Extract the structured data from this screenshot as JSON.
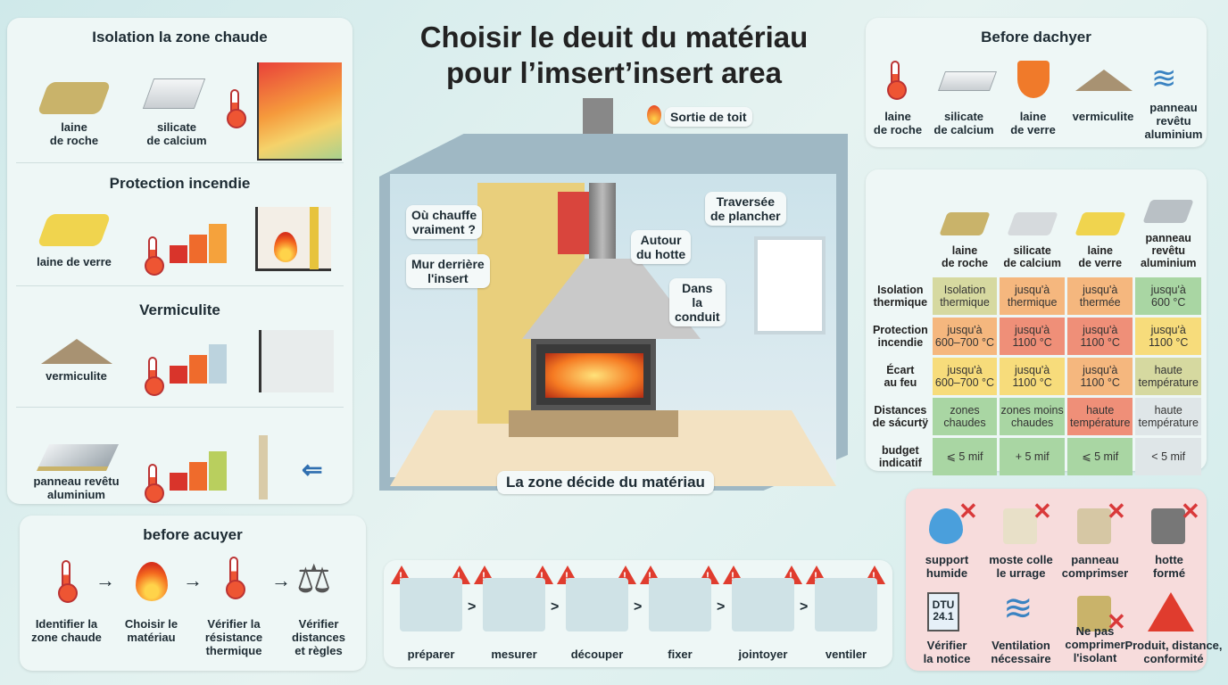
{
  "title": {
    "line1": "Choisir le deuit du matériau",
    "line2": "pour l’imsert’insert area"
  },
  "left": {
    "s1": {
      "heading": "Isolation la zone chaude",
      "items": [
        "laine\nde roche",
        "silicate\nde calcium"
      ]
    },
    "s2": {
      "heading": "Protection incendie",
      "item": "laine de verre"
    },
    "s3": {
      "heading": "Vermiculite",
      "item": "vermiculite"
    },
    "s4": {
      "item": "panneau revêtu\naluminium"
    }
  },
  "steps_left": {
    "heading": "before acuyer",
    "items": [
      "Identifier la\nzone chaude",
      "Choisir le\nmatériau",
      "Vérifier la\nrésistance\nthermique",
      "Vérifier\ndistances\net règles"
    ],
    "arrow": "→"
  },
  "scene": {
    "roof": "Sortie de toit",
    "floor": "Traversée\nde plancher",
    "where": "Où chauffe\nvraiment ?",
    "wall": "Mur derrière\nl'insert",
    "hood": "Autour\ndu hotte",
    "duct": "Dans\nla\nconduit",
    "zone": "La zone décide du matériau"
  },
  "steps_bottom": {
    "items": [
      "préparer",
      "mesurer",
      "découper",
      "fixer",
      "jointoyer",
      "ventiler"
    ],
    "sep": ">"
  },
  "right_top": {
    "heading": "Before dachyer",
    "items": [
      "laine\nde roche",
      "silicate\nde calcium",
      "laine\nde verre",
      "vermiculite",
      "panneau\nrevêtu\naluminium"
    ]
  },
  "table": {
    "columns": [
      "laine\nde roche",
      "silicate\nde calcium",
      "laine\nde verre",
      "panneau\nrevêtu\naluminium"
    ],
    "rows": [
      {
        "label": "Isolation\nthermique",
        "cells": [
          "Isolation\nthermique",
          "jusqu'à\nthermique",
          "jusqu'à\nthermée",
          "jusqu'à\n600 °C"
        ],
        "colors": [
          "k",
          "o",
          "o",
          "g"
        ]
      },
      {
        "label": "Protection\nincendie",
        "cells": [
          "jusqu'à\n600–700 °C",
          "jusqu'à\n1100 °C",
          "jusqu'à\n1100 °C",
          "jusqu'à\n1100 °C"
        ],
        "colors": [
          "o",
          "r",
          "r",
          "y"
        ]
      },
      {
        "label": "Écart\nau feu",
        "cells": [
          "jusqu'à\n600–700 °C",
          "jusqu'à\n1100 °C",
          "jusqu'à\n1100 °C",
          "haute\ntempérature"
        ],
        "colors": [
          "y",
          "y",
          "o",
          "k"
        ]
      },
      {
        "label": "Distances\nde sácurtÿ",
        "cells": [
          "zones\nchaudes",
          "zones moins\nchaudes",
          "haute\ntempérature",
          "haute\ntempérature"
        ],
        "colors": [
          "g",
          "g",
          "r",
          "w"
        ]
      },
      {
        "label": "budget\nindicatif",
        "cells": [
          "⩽ 5 mif",
          "+ 5 mif",
          "⩽ 5 mif",
          "< 5 mif"
        ],
        "colors": [
          "g",
          "g",
          "g",
          "w"
        ]
      }
    ]
  },
  "warnings": {
    "items": [
      "support\nhumide",
      "moste colle\nle urrage",
      "panneau\ncomprimser",
      "hotte\nformé",
      "Vérifier\nla notice",
      "Ventilation\nnécessaire",
      "Ne pas\ncomprimer\nl'isolant",
      "Produit, distance,\nconformité"
    ],
    "dtu": "DTU\n24.1"
  },
  "colors": {
    "accent_red": "#e03c2e",
    "panel": "#eef7f6",
    "warning_panel": "#f7dcdc"
  }
}
